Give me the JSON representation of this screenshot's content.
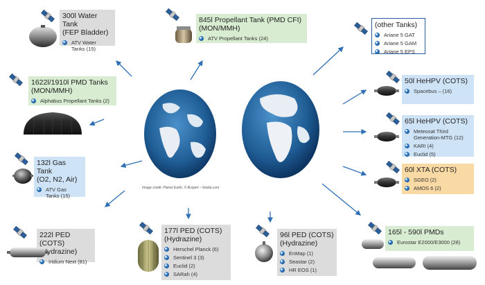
{
  "credit": "Image credit: Planet Earth, © fExpert – fotolia.com",
  "cards": {
    "water": {
      "title": "300l Water Tank\n(FEP Bladder)",
      "items": [
        "ATV Water\nTanks (15)"
      ]
    },
    "propellant": {
      "title": "845l  Propellant Tank (PMD CFI)\n(MON/MMH)",
      "items": [
        "ATV Propellant Tanks (24)"
      ]
    },
    "pmd1622": {
      "title": "1622l/1910l PMD Tanks\n(MON/MMH)",
      "items": [
        "Alphabus Propellant Tanks (2)"
      ]
    },
    "gas132": {
      "title": "132l  Gas Tank\n(O2, N2, Air)",
      "items": [
        "ATV Gas\nTanks (15)"
      ]
    },
    "ped222": {
      "title": "222l PED (COTS)\n(Hydrazine)",
      "items": [
        "Iridium Next (81)"
      ]
    },
    "ped177": {
      "title": "177l PED (COTS)\n(Hydrazine)",
      "items": [
        "Herschel Planck (6)",
        "Sentinel 3 (3)",
        "Euclid (2)",
        "SARah (4)"
      ]
    },
    "ped96": {
      "title": "96l PED (COTS)\n(Hydrazine)",
      "items": [
        "EnMap (1)",
        "Seastar (2)",
        "HR EOS (1)"
      ]
    },
    "pmd165": {
      "title": "165l - 590l PMDs",
      "items": [
        "Eurostar E2000/E3000 (28)"
      ]
    },
    "xta60": {
      "title": "60l XTA (COTS)",
      "items": [
        "SGEO (2)",
        "AMOS 6 (2)"
      ]
    },
    "hehpv65": {
      "title": "65l HeHPV (COTS)",
      "items": [
        "Meteosat Third\nGeneration-MTG (12)",
        "KARI (4)",
        "Euclid (5)"
      ]
    },
    "hehpv50": {
      "title": "50l HeHPV (COTS)",
      "items": [
        "Spacebus – (16)"
      ]
    },
    "other": {
      "title": "(other Tanks)",
      "items": [
        "Ariane 5 GAT",
        "Ariane 5 GAM",
        "Ariane 5 EPS"
      ]
    }
  },
  "colors": {
    "arrow": "#2e6fb5",
    "grey": "#dcdcdc",
    "green": "#d7ecd0",
    "blue": "#cfe3f6",
    "orange": "#f9d9a4"
  }
}
